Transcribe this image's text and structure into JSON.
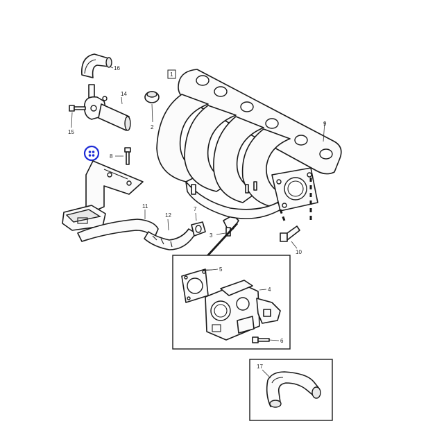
{
  "callouts": {
    "c1": "1",
    "c2": "2",
    "c3": "3",
    "c4": "4",
    "c5a": "5",
    "c5b": "5",
    "c6a": "6",
    "c6b": "6",
    "c7": "7",
    "c8": "8",
    "c9": "9",
    "c10": "10",
    "c11": "11",
    "c12": "12",
    "c14": "14",
    "c15": "15",
    "c16": "16",
    "c17": "17"
  },
  "highlight": {
    "color": "#1d2bd6"
  },
  "icons": {
    "intake_manifold": "intake-manifold-icon",
    "throttle_body": "throttle-body-icon",
    "hose": "hose-icon",
    "bracket": "bracket-icon",
    "bolt": "bolt-icon"
  }
}
